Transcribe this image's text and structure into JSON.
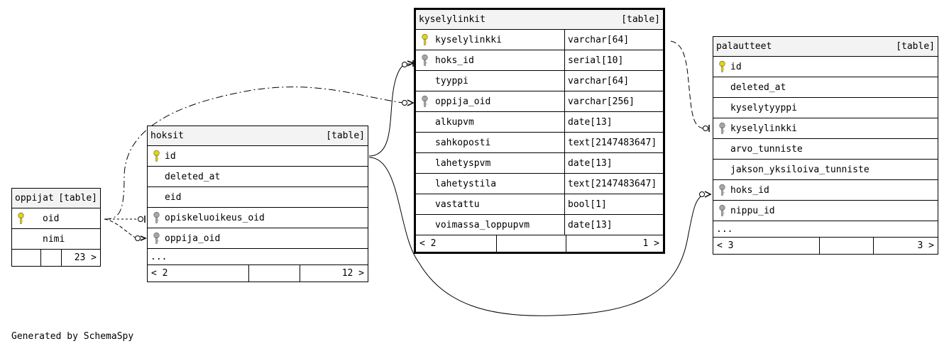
{
  "tables": {
    "oppijat": {
      "name": "oppijat",
      "label": "[table]",
      "columns": [
        {
          "name": "oid",
          "key": "primary"
        },
        {
          "name": "nimi",
          "key": "none"
        }
      ],
      "footer": {
        "left": "",
        "mid": "",
        "right": "23 >"
      }
    },
    "hoksit": {
      "name": "hoksit",
      "label": "[table]",
      "columns": [
        {
          "name": "id",
          "key": "primary"
        },
        {
          "name": "deleted_at",
          "key": "none"
        },
        {
          "name": "eid",
          "key": "none"
        },
        {
          "name": "opiskeluoikeus_oid",
          "key": "foreign"
        },
        {
          "name": "oppija_oid",
          "key": "foreign"
        }
      ],
      "more": "...",
      "footer": {
        "left": "< 2",
        "mid": "",
        "right": "12 >"
      }
    },
    "kyselylinkit": {
      "name": "kyselylinkit",
      "label": "[table]",
      "columns": [
        {
          "name": "kyselylinkki",
          "type": "varchar[64]",
          "key": "primary"
        },
        {
          "name": "hoks_id",
          "type": "serial[10]",
          "key": "foreign"
        },
        {
          "name": "tyyppi",
          "type": "varchar[64]",
          "key": "none"
        },
        {
          "name": "oppija_oid",
          "type": "varchar[256]",
          "key": "foreign"
        },
        {
          "name": "alkupvm",
          "type": "date[13]",
          "key": "none"
        },
        {
          "name": "sahkoposti",
          "type": "text[2147483647]",
          "key": "none"
        },
        {
          "name": "lahetyspvm",
          "type": "date[13]",
          "key": "none"
        },
        {
          "name": "lahetystila",
          "type": "text[2147483647]",
          "key": "none"
        },
        {
          "name": "vastattu",
          "type": "bool[1]",
          "key": "none"
        },
        {
          "name": "voimassa_loppupvm",
          "type": "date[13]",
          "key": "none"
        }
      ],
      "footer": {
        "left": "< 2",
        "mid": "",
        "right": "1 >"
      }
    },
    "palautteet": {
      "name": "palautteet",
      "label": "[table]",
      "columns": [
        {
          "name": "id",
          "key": "primary"
        },
        {
          "name": "deleted_at",
          "key": "none"
        },
        {
          "name": "kyselytyyppi",
          "key": "none"
        },
        {
          "name": "kyselylinkki",
          "key": "foreign"
        },
        {
          "name": "arvo_tunniste",
          "key": "none"
        },
        {
          "name": "jakson_yksiloiva_tunniste",
          "key": "none"
        },
        {
          "name": "hoks_id",
          "key": "foreign"
        },
        {
          "name": "nippu_id",
          "key": "foreign"
        }
      ],
      "more": "...",
      "footer": {
        "left": "< 3",
        "mid": "",
        "right": "3 >"
      }
    }
  },
  "colors": {
    "primary_key": "#e6d600",
    "foreign_key": "#a6a6a6",
    "header_bg": "#f3f3f3"
  },
  "caption": "Generated by SchemaSpy"
}
